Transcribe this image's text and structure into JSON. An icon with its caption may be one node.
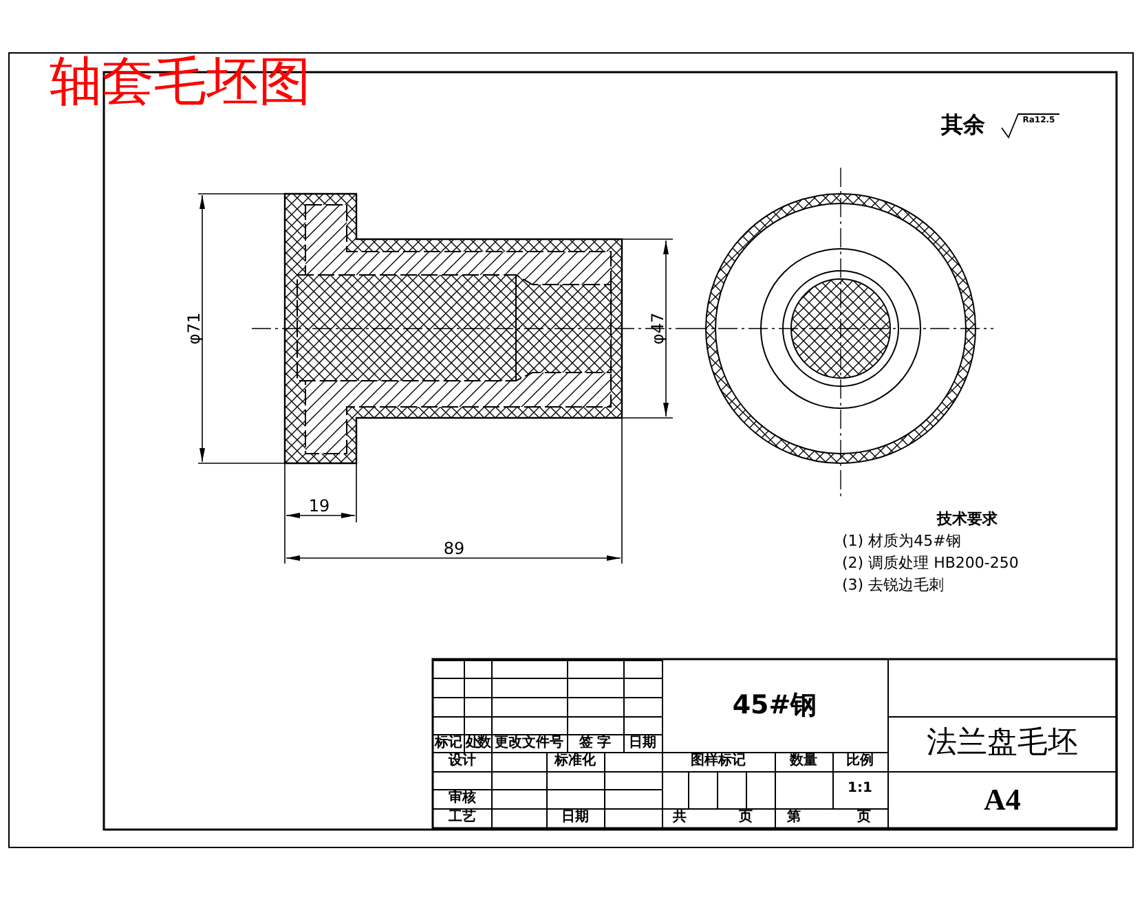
{
  "diagram": {
    "title": "轴套毛坯图",
    "labels": [
      "其余",
      "Ra12.5",
      "φ71",
      "φ47",
      "19",
      "89",
      "技术要求",
      "(1) 材质为45#钢",
      "(2) 调质处理 HB200-250",
      "(3) 去锐边毛刺",
      "45#钢",
      "法兰盘毛坯",
      "标记",
      "处数",
      "更改文件号",
      "签 字",
      "日期",
      "设计",
      "标准化",
      "图样标记",
      "数量",
      "比例",
      "1:1",
      "A4",
      "审核",
      "工艺",
      "日期",
      "共",
      "页",
      "第",
      "页"
    ]
  }
}
